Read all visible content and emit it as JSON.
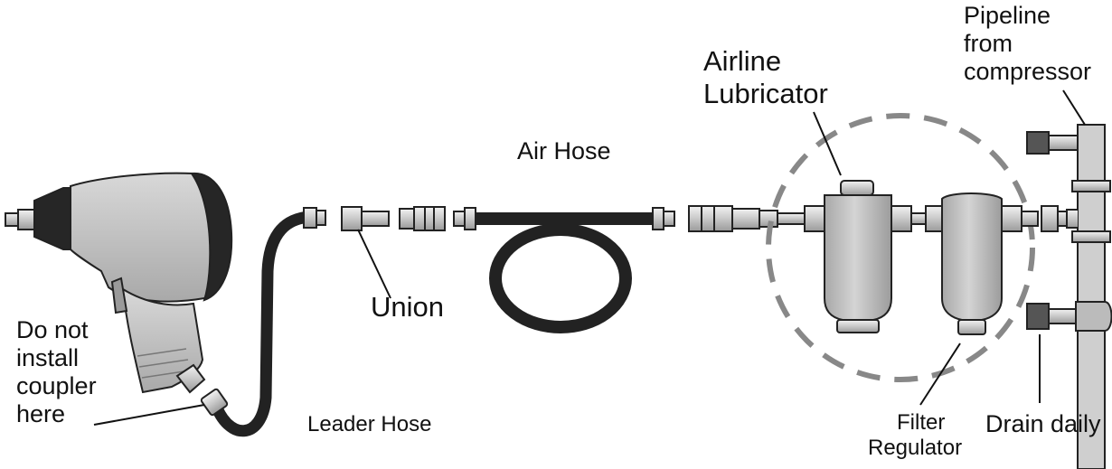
{
  "labels": {
    "pipeline": [
      "Pipeline",
      "from",
      "compressor"
    ],
    "lubricator": [
      "Airline",
      "Lubricator"
    ],
    "air_hose": "Air Hose",
    "union": "Union",
    "coupler_warning": [
      "Do not",
      "install",
      "coupler",
      "here"
    ],
    "leader_hose": "Leader Hose",
    "filter_regulator": [
      "Filter",
      "Regulator"
    ],
    "drain": "Drain daily"
  },
  "colors": {
    "hose": "#222222",
    "metal": "#dcdcdc",
    "tool_body": "#c4c4c4",
    "unit_body": "#b8b8b8",
    "dashed_circle": "#888888",
    "line": "#111111"
  }
}
